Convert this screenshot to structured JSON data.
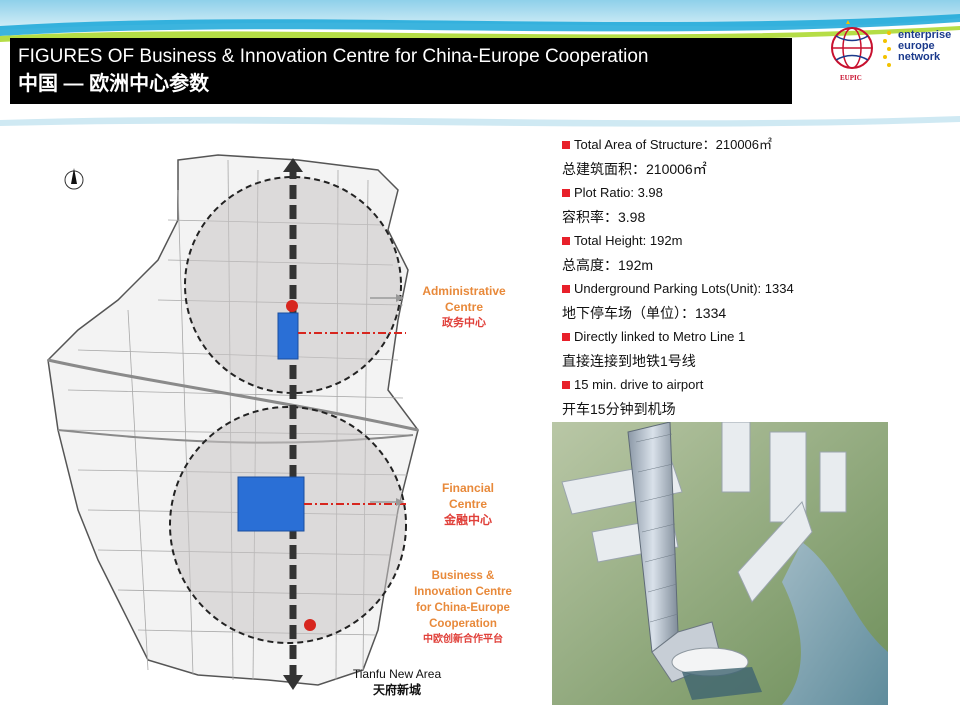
{
  "header": {
    "title_en": "FIGURES OF Business & Innovation Centre for China-Europe Cooperation",
    "title_zh": "中国 — 欧洲中心参数"
  },
  "logos": {
    "eupic": "EUPIC",
    "een_line1": "enterprise",
    "een_line2": "europe",
    "een_line3": "network"
  },
  "map": {
    "admin_en_1": "Administrative",
    "admin_en_2": "Centre",
    "admin_zh": "政务中心",
    "fin_en_1": "Financial",
    "fin_en_2": "Centre",
    "fin_zh": "金融中心",
    "bic_en_1": "Business &",
    "bic_en_2": "Innovation Centre",
    "bic_en_3": "for China-Europe",
    "bic_en_4": "Cooperation",
    "bic_zh": "中欧创新合作平台",
    "tianfu_en": "Tianfu New Area",
    "tianfu_zh": "天府新城"
  },
  "facts": [
    {
      "text": "Total Area of Structure：210006㎡",
      "bullet": true
    },
    {
      "text": "总建筑面积：210006㎡",
      "bullet": false
    },
    {
      "text": "Plot Ratio: 3.98",
      "bullet": true
    },
    {
      "text": "容积率：3.98",
      "bullet": false
    },
    {
      "text": "Total Height: 192m",
      "bullet": true
    },
    {
      "text": "总高度：192m",
      "bullet": false
    },
    {
      "text": "Underground Parking Lots(Unit): 1334",
      "bullet": true
    },
    {
      "text": "地下停车场（单位）：1334",
      "bullet": false
    },
    {
      "text": "Directly linked to Metro Line 1",
      "bullet": true
    },
    {
      "text": "直接连接到地铁1号线",
      "bullet": false
    },
    {
      "text": "15 min. drive to airport",
      "bullet": true
    },
    {
      "text": "开车15分钟到机场",
      "bullet": false
    }
  ],
  "colors": {
    "bullet": "#e8202a",
    "label_orange": "#e8893a",
    "label_red": "#e0403a",
    "block_blue": "#2a6fd6",
    "title_bg": "#000000"
  }
}
